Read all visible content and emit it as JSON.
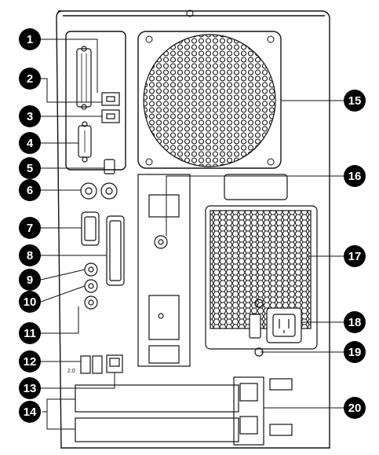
{
  "callouts": [
    {
      "num": "1",
      "part": "parallel-port"
    },
    {
      "num": "2",
      "part": "phone-modem-ports"
    },
    {
      "num": "3",
      "part": "line-modem-port"
    },
    {
      "num": "4",
      "part": "serial-port"
    },
    {
      "num": "5",
      "part": "keyboard-mouse-area"
    },
    {
      "num": "6",
      "part": "ps2-keyboard-port"
    },
    {
      "num": "7",
      "part": "vga-port"
    },
    {
      "num": "8",
      "part": "db25-parallel-port"
    },
    {
      "num": "9",
      "part": "audio-line-in"
    },
    {
      "num": "10",
      "part": "audio-line-out"
    },
    {
      "num": "11",
      "part": "microphone-jack"
    },
    {
      "num": "12",
      "part": "usb-ports"
    },
    {
      "num": "13",
      "part": "ethernet-port"
    },
    {
      "num": "14",
      "part": "expansion-slots"
    },
    {
      "num": "15",
      "part": "case-fan"
    },
    {
      "num": "16",
      "part": "coaxial-tv-input"
    },
    {
      "num": "17",
      "part": "psu-fan-grille"
    },
    {
      "num": "18",
      "part": "ac-power-inlet"
    },
    {
      "num": "19",
      "part": "voltage-selector"
    },
    {
      "num": "20",
      "part": "slot-cover-latch"
    }
  ],
  "labels": {
    "usb_version": "2.0"
  },
  "colors": {
    "ink": "#111111",
    "paper": "#ffffff",
    "panel": "#ffffff",
    "callout_fill": "#000000"
  }
}
